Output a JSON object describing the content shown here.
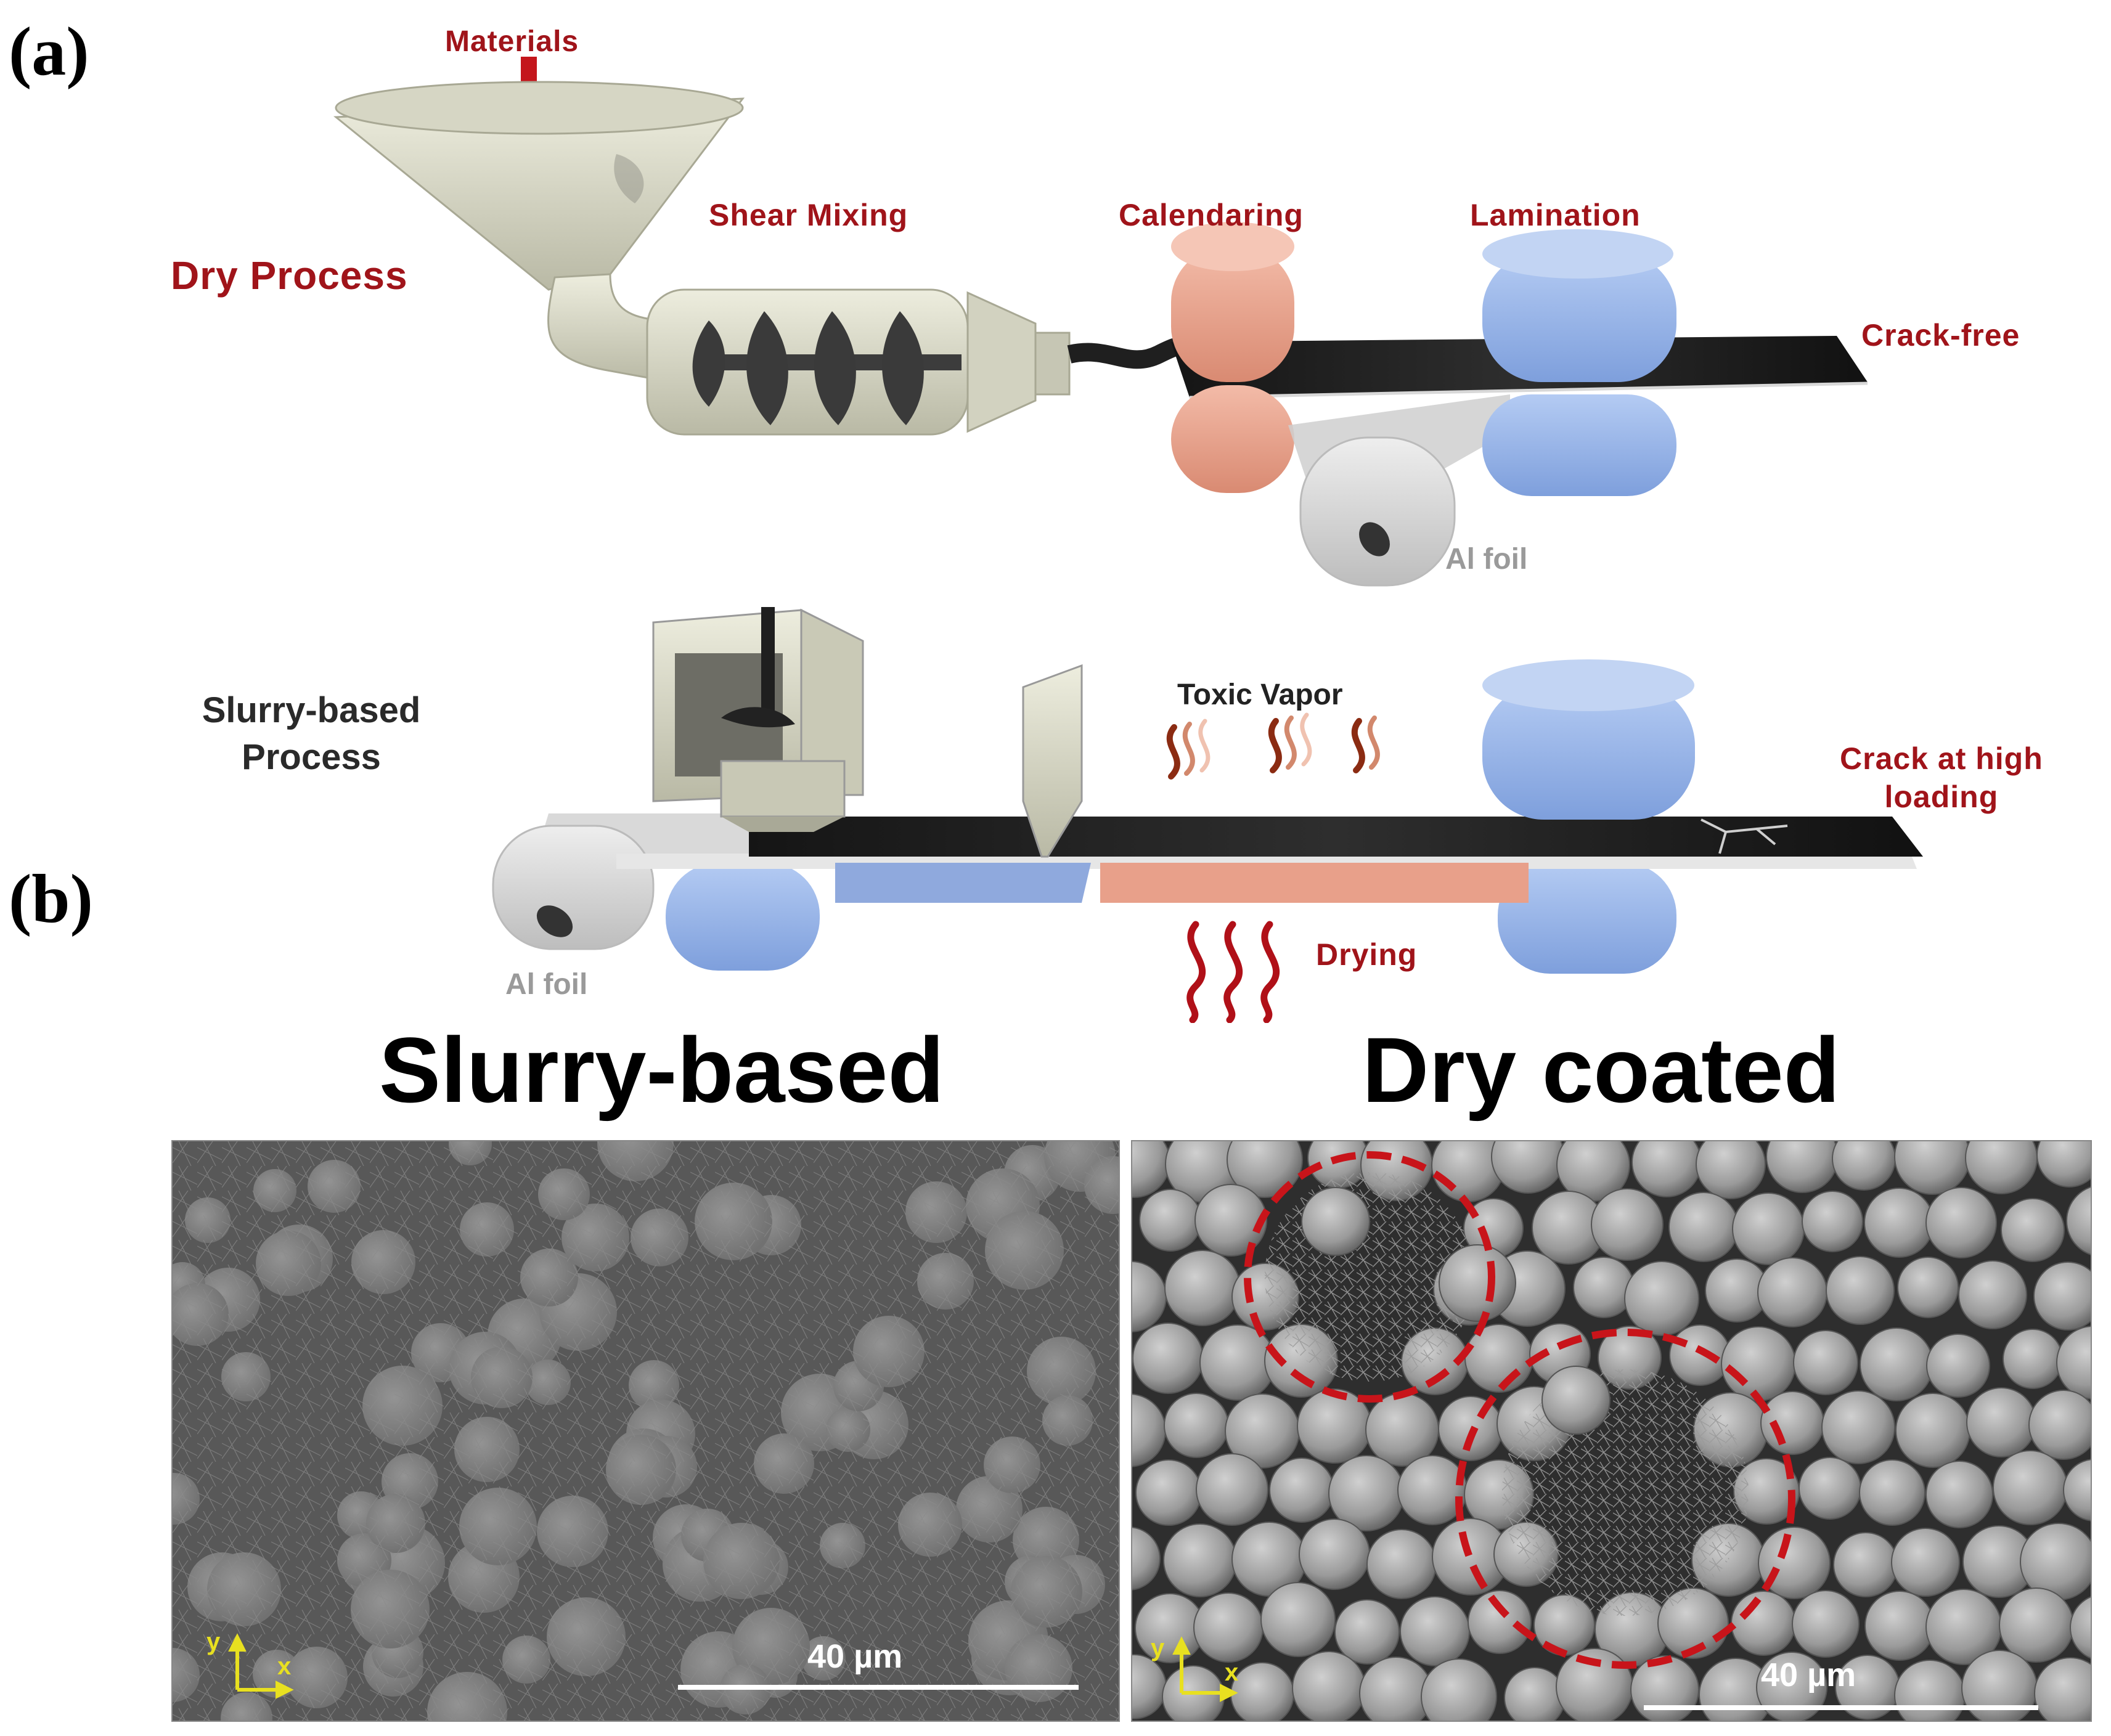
{
  "panels": {
    "a": "(a)",
    "b": "(b)"
  },
  "dry_process": {
    "title": "Dry Process",
    "materials": "Materials",
    "shear_mixing": "Shear Mixing",
    "calendaring": "Calendaring",
    "lamination": "Lamination",
    "result": "Crack-free",
    "foil": "Al foil"
  },
  "slurry_process": {
    "title_line1": "Slurry-based",
    "title_line2": "Process",
    "toxic_vapor": "Toxic Vapor",
    "drying": "Drying",
    "result_line1": "Crack at high",
    "result_line2": "loading",
    "foil": "Al foil"
  },
  "sem_images": {
    "left": {
      "title": "Slurry-based",
      "scale_bar": "40 µm",
      "axis_y": "y",
      "axis_x": "x"
    },
    "right": {
      "title": "Dry coated",
      "scale_bar": "40 µm",
      "axis_y": "y",
      "axis_x": "x"
    }
  },
  "colors": {
    "label_red": "#a0141a",
    "calender_roll": "#e9a38e",
    "lamination_roll": "#94b2e6",
    "film": "#1a1a1a",
    "highlight_circle": "#c8141a"
  }
}
